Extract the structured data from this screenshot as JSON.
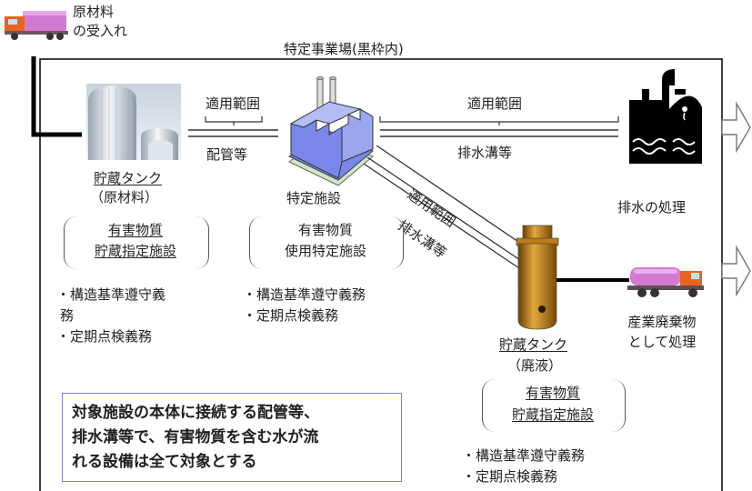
{
  "truck_top": {
    "label_line1": "原材料",
    "label_line2": "の受入れ"
  },
  "site": {
    "title": "特定事業場(黒枠内)"
  },
  "scope": {
    "left_pipe_scope": "適用範囲",
    "left_pipe_label": "配管等",
    "right_pipe_scope": "適用範囲",
    "right_pipe_label": "排水溝等",
    "diag_scope": "適用範囲",
    "diag_label": "排水溝等"
  },
  "tank_raw": {
    "name": "貯蔵タンク",
    "sub": "（原材料）",
    "box_line1": "有害物質",
    "box_line2": "貯蔵指定施設",
    "duties": [
      "・構造基準遵守義",
      "務",
      "・定期点検義務"
    ]
  },
  "factory": {
    "name": "特定施設",
    "box_line1": "有害物質",
    "box_line2": "使用特定施設",
    "duties": [
      "・構造基準遵守義務",
      "・定期点検義務"
    ]
  },
  "wastewater": {
    "label": "排水の処理"
  },
  "tank_waste": {
    "name": "貯蔵タンク",
    "sub": "（廃液）",
    "box_line1": "有害物質",
    "box_line2": "貯蔵指定施設",
    "duties": [
      "・構造基準遵守義務",
      "・定期点検義務"
    ]
  },
  "truck_waste": {
    "label_line1": "産業廃棄物",
    "label_line2": "として処理"
  },
  "callout": {
    "line1": "対象施設の本体に接続する配管等、",
    "line2": "排水溝等で、有害物質を含む水が流",
    "line3": "れる設備は全て対象とする"
  },
  "colors": {
    "frame": "#111111",
    "callout_border": "#7d7de0",
    "truck_body": "#d27ad2",
    "truck_cab": "#e8641e",
    "factory": "#7a86e8",
    "tank_waste": "#c88a1a"
  }
}
